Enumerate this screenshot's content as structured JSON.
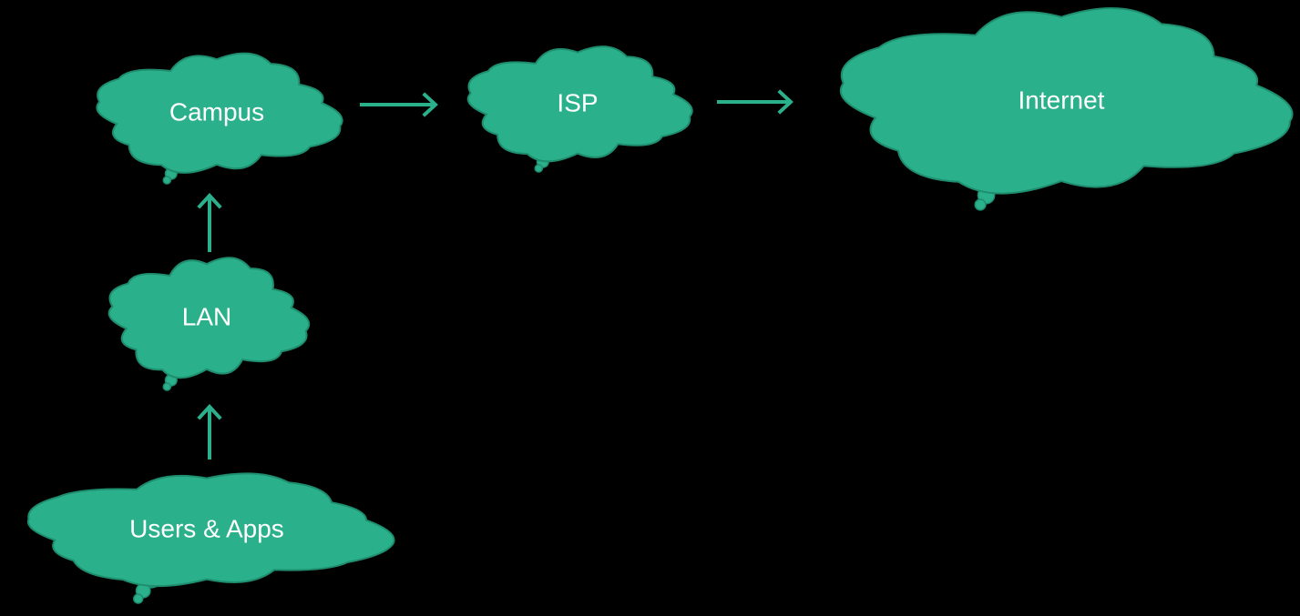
{
  "diagram": {
    "nodes": [
      {
        "id": "users-apps",
        "label": "Users & Apps"
      },
      {
        "id": "lan",
        "label": "LAN"
      },
      {
        "id": "campus",
        "label": "Campus"
      },
      {
        "id": "isp",
        "label": "ISP"
      },
      {
        "id": "internet",
        "label": "Internet"
      }
    ],
    "edges": [
      {
        "from": "users-apps",
        "to": "lan"
      },
      {
        "from": "lan",
        "to": "campus"
      },
      {
        "from": "campus",
        "to": "isp"
      },
      {
        "from": "isp",
        "to": "internet"
      }
    ]
  },
  "colors": {
    "background": "#000000",
    "cloud_fill": "#2BB08C",
    "cloud_stroke": "#1E8E6E",
    "arrow": "#2BB08C",
    "label": "#FFFFFF"
  },
  "icons": {
    "node": "cloud-icon",
    "edge": "arrow-icon"
  }
}
